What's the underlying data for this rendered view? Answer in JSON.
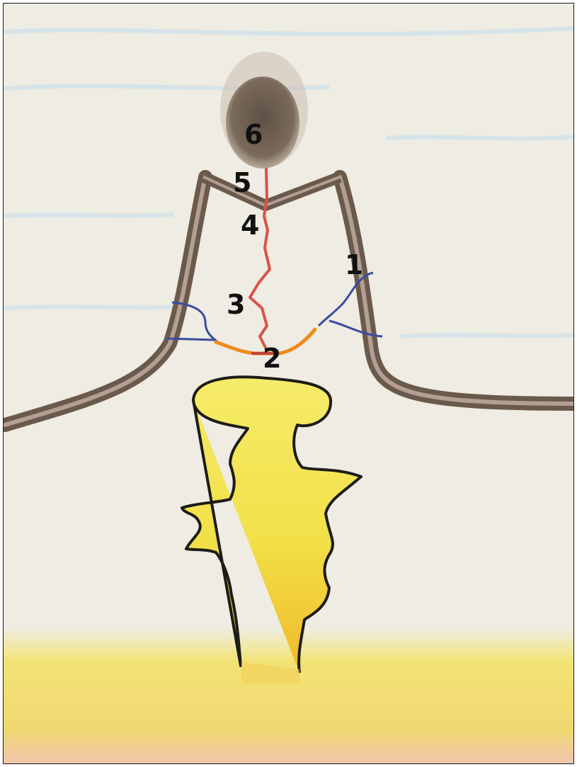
{
  "labels": {
    "l1": "1",
    "l2": "2",
    "l3": "3",
    "l4": "4",
    "l5": "5",
    "l6": "6"
  },
  "colors": {
    "paper": "#eeece2",
    "sky_tint": "#d9e9ee",
    "wall_outer": "#6e5c4e",
    "wall_inner": "#a08c80",
    "dome": "#6f6153",
    "red_vessel": "#d9534a",
    "blue_vessel": "#3a4ba0",
    "orange_vessel": "#ef8a1c",
    "yellow_body": "#f2e146",
    "yellow_outline": "#1d1d16",
    "floor_yellow": "#f5e86a",
    "floor_pink": "#efc5b0"
  }
}
